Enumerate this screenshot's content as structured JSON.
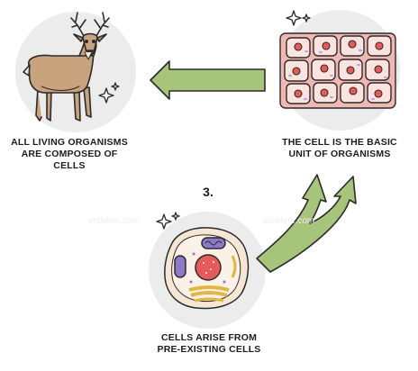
{
  "principles": [
    {
      "lines": [
        "ALL LIVING ORGANISMS",
        "ARE COMPOSED OF",
        "CELLS"
      ]
    },
    {
      "lines": [
        "THE CELL IS THE BASIC",
        "UNIT OF ORGANISMS"
      ]
    },
    {
      "number": "3.",
      "lines": [
        "CELLS ARISE FROM",
        "PRE-EXISTING CELLS"
      ]
    }
  ],
  "watermark_text": "ercMine.com",
  "colors": {
    "arrow": "#a6c47a",
    "arrow_stroke": "#2b2b2b",
    "circle_bg": "#ececec",
    "cell_wall": "#f4c7c3",
    "nucleus": "#e85a5a",
    "deer_body": "#c9a27e",
    "cell_membrane": "#f6e6d4"
  },
  "icons": [
    "deer-illustration",
    "tissue-cells-illustration",
    "animal-cell-illustration",
    "sparkle-icon",
    "arrow-left",
    "arrow-branching"
  ]
}
